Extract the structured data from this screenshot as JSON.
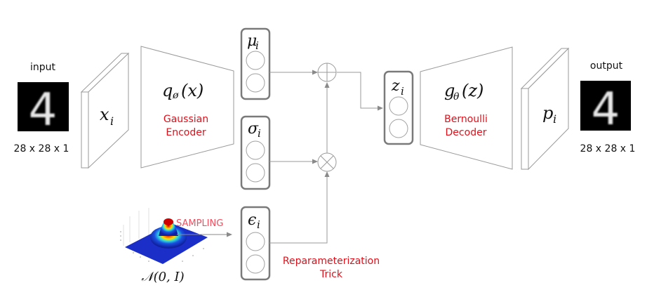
{
  "diagram": {
    "title": "Variational Autoencoder",
    "input": {
      "label": "input",
      "size_label": "28 x 28 x 1",
      "digit": "4",
      "layer_symbol": "x",
      "layer_subscript": "i"
    },
    "encoder": {
      "function": "q",
      "function_subscript": "ø",
      "function_arg": "(x)",
      "name_line1": "Gaussian",
      "name_line2": "Encoder"
    },
    "mu": {
      "symbol": "μ",
      "subscript": "i",
      "nodes": 2
    },
    "sigma": {
      "symbol": "σ",
      "subscript": "i",
      "nodes": 2
    },
    "epsilon": {
      "symbol": "ϵ",
      "subscript": "i",
      "nodes": 2
    },
    "z": {
      "symbol": "z",
      "subscript": "i",
      "nodes": 2
    },
    "operators": {
      "add": "⊕",
      "multiply": "⊗"
    },
    "sampling": {
      "label": "SAMPLING",
      "distribution": "𝒩(0, I)"
    },
    "reparameterization": {
      "line1": "Reparameterization",
      "line2": "Trick"
    },
    "decoder": {
      "function": "g",
      "function_subscript": "θ",
      "function_arg": "(z)",
      "name_line1": "Bernoulli",
      "name_line2": "Decoder"
    },
    "output": {
      "label": "output",
      "size_label": "28 x 28 x 1",
      "digit": "4",
      "layer_symbol": "p",
      "layer_subscript": "i"
    },
    "colors": {
      "line": "#9a9a9a",
      "box_border": "#7a7a7a",
      "accent_red": "#e0101a",
      "sampling_red": "#f05060",
      "digit_bg": "#000000"
    }
  }
}
